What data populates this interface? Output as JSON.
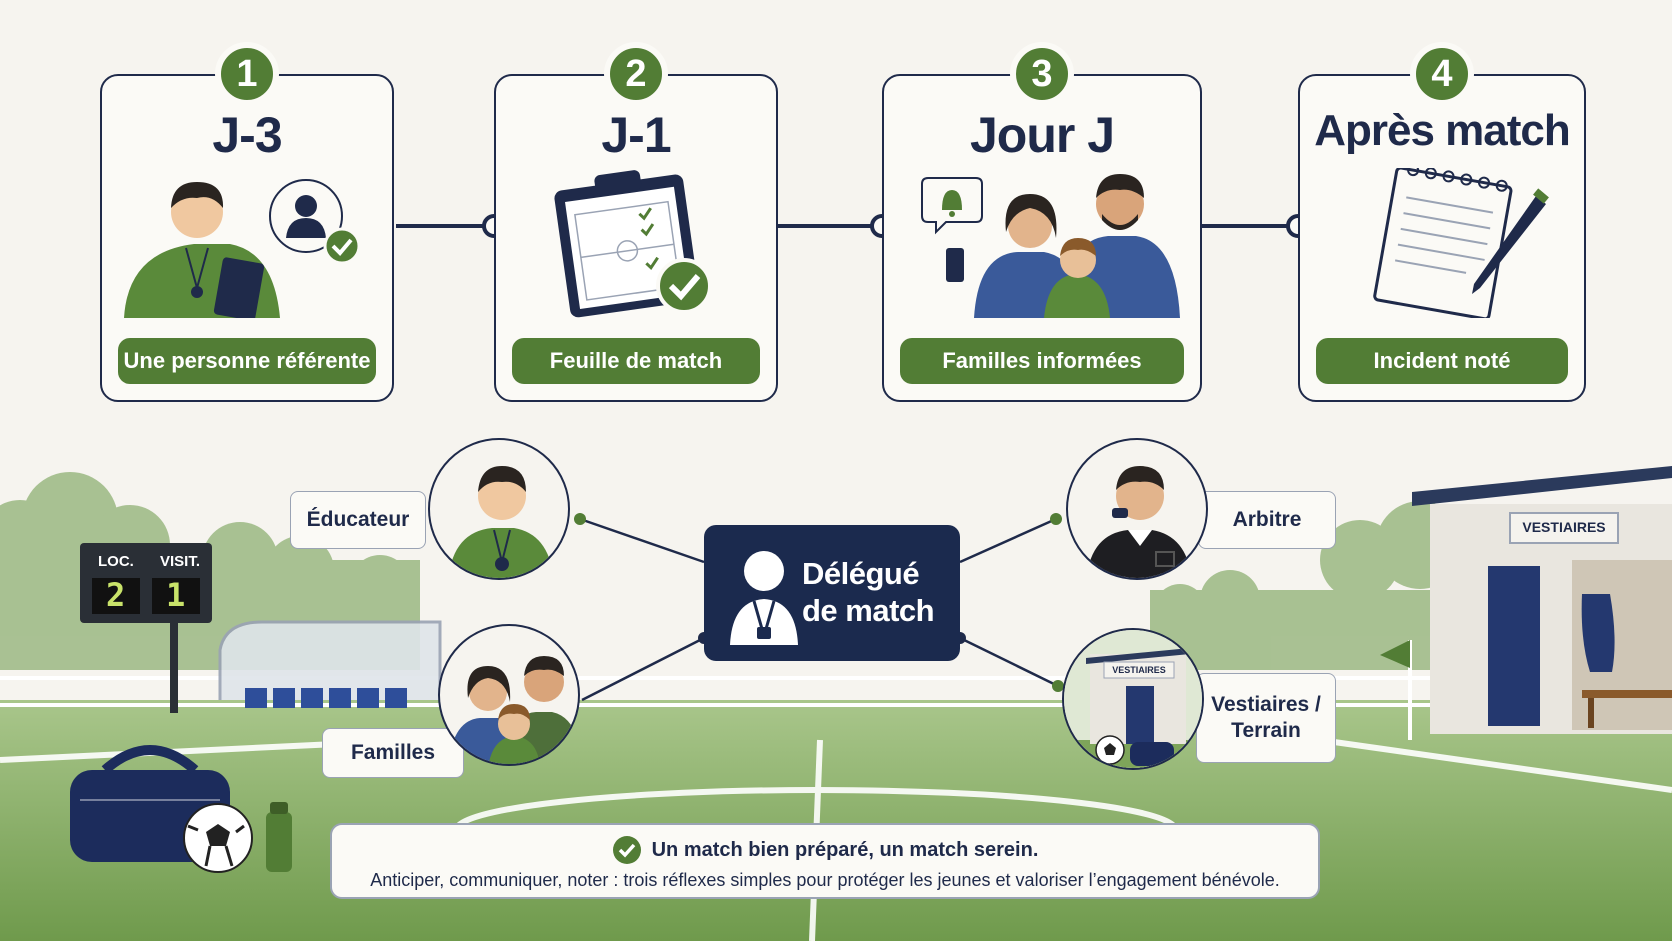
{
  "steps": [
    {
      "number": "1",
      "title": "J-3",
      "caption": "Une personne référente"
    },
    {
      "number": "2",
      "title": "J-1",
      "caption": "Feuille de match"
    },
    {
      "number": "3",
      "title": "Jour J",
      "caption": "Familles informées"
    },
    {
      "number": "4",
      "title": "Après match",
      "caption": "Incident noté"
    }
  ],
  "center": {
    "label": "Délégué\nde match"
  },
  "roles": {
    "educateur": "Éducateur",
    "familles": "Familles",
    "arbitre": "Arbitre",
    "vestiaires": "Vestiaires / Terrain"
  },
  "scene": {
    "scoreboard_home_label": "LOC.",
    "scoreboard_away_label": "VISIT.",
    "score_home": "2",
    "score_away": "1",
    "building_sign": "VESTIAIRES",
    "mini_sign": "VESTIAIRES"
  },
  "summary": {
    "title": "Un match bien préparé, un match serein.",
    "text": "Anticiper, communiquer, noter : trois réflexes simples pour protéger les jeunes et valoriser l’engagement bénévole."
  },
  "colors": {
    "navy": "#1f2a4a",
    "green": "#527d35",
    "grass": "#7ea55a",
    "background": "#f6f4ef"
  },
  "icons": [
    "check-icon",
    "bell-icon",
    "person-icon",
    "clipboard-icon",
    "notepad-icon",
    "pen-icon",
    "whistle-icon",
    "soccer-ball-icon"
  ]
}
